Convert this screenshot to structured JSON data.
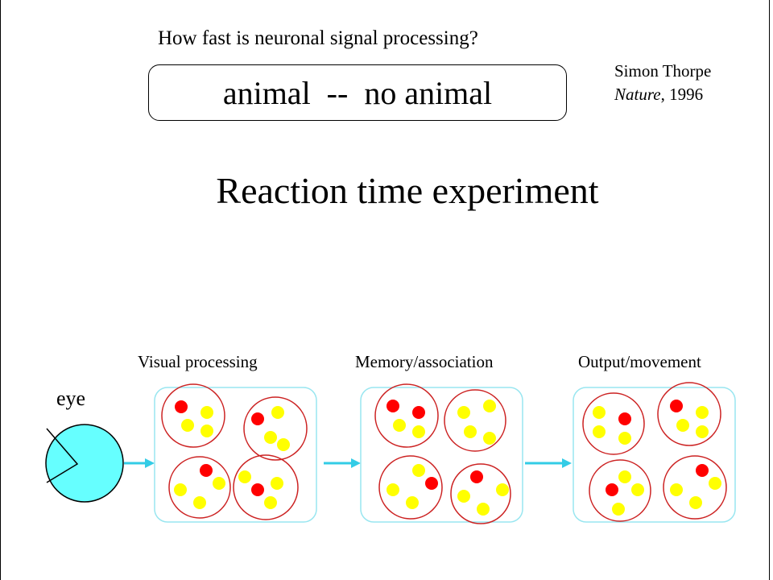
{
  "header": {
    "question": "How fast is neuronal signal processing?",
    "task": "animal  --  no animal",
    "citation_author": "Simon Thorpe",
    "citation_journal": "Nature",
    "citation_year": ", 1996"
  },
  "title": "Reaction time experiment",
  "diagram": {
    "eye_label": "eye",
    "stages": [
      {
        "label": "Visual processing"
      },
      {
        "label": "Memory/association"
      },
      {
        "label": "Output/movement"
      }
    ]
  },
  "colors": {
    "eye_fill": "#66FFFF",
    "stage_box_border": "#99E6F0",
    "cluster_border": "#CC2222",
    "active_neuron": "#FF0000",
    "idle_neuron": "#FFFF00",
    "arrow": "#33CCE6"
  }
}
